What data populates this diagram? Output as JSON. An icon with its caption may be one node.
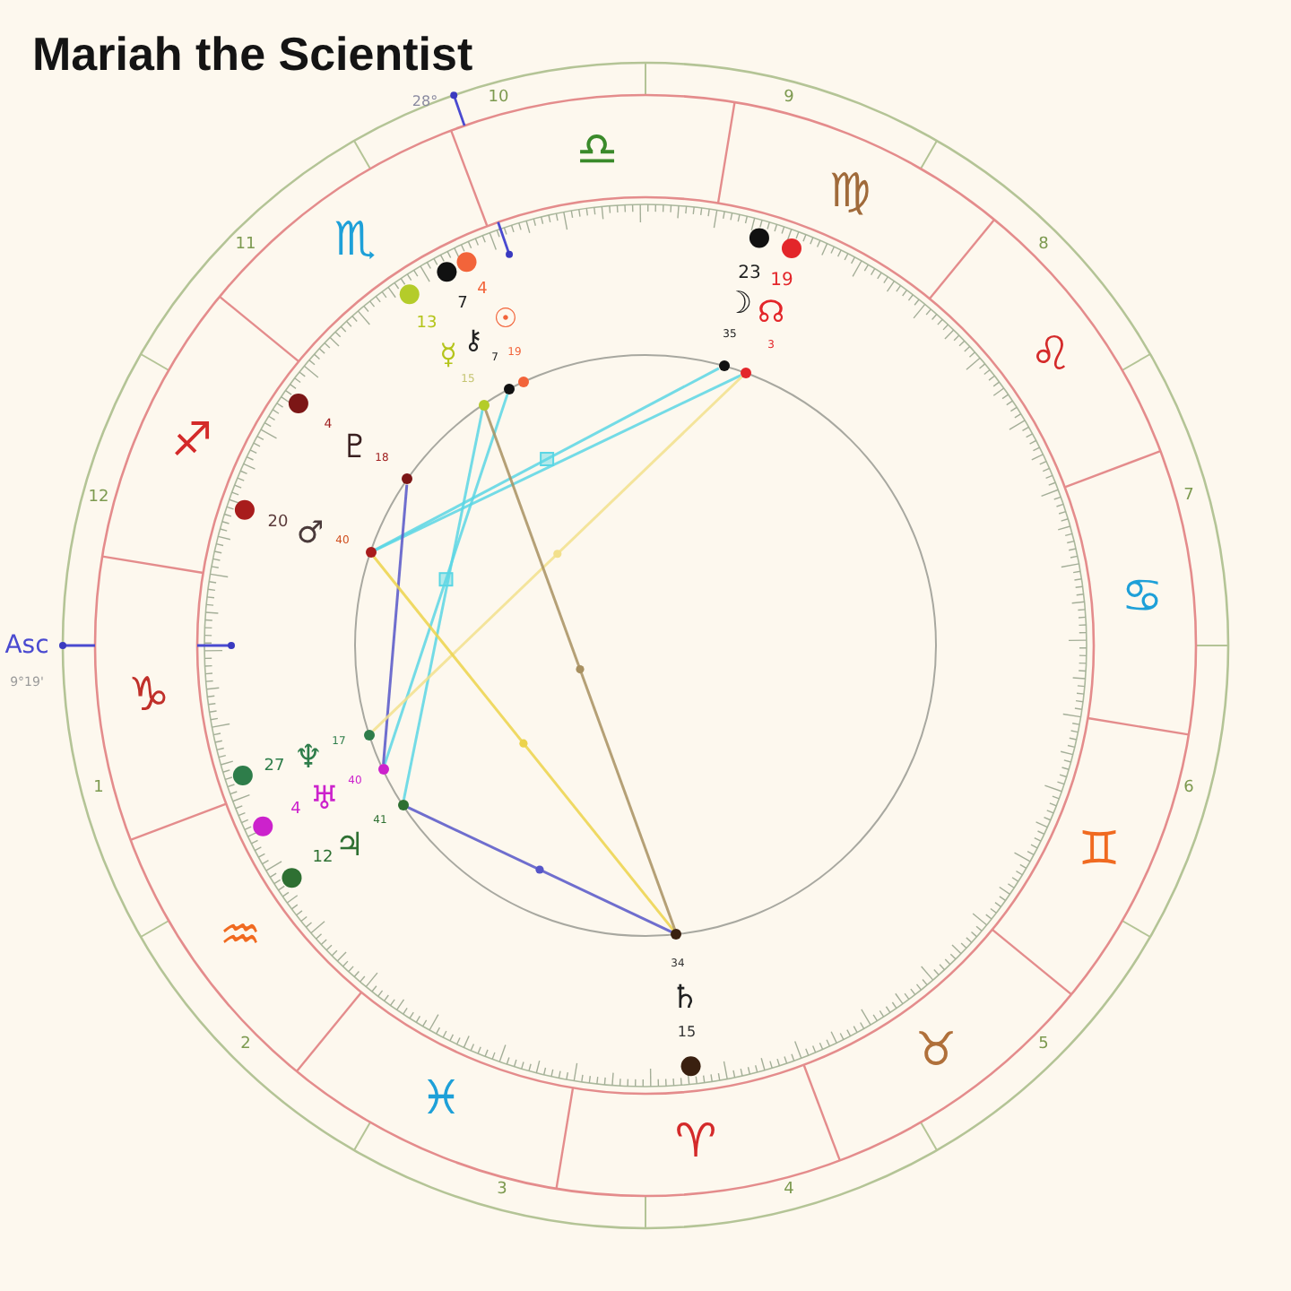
{
  "diagram": {
    "title": "Mariah the Scientist",
    "nodes": [
      {
        "text": [],
        "shape": "circle"
      },
      {
        "text": [],
        "shape": "circle"
      },
      {
        "text": [],
        "shape": "circle"
      },
      {
        "text": [],
        "shape": "circle"
      },
      {
        "text": [],
        "shape": "circle"
      },
      {
        "text": [],
        "shape": "circle"
      },
      {
        "text": [],
        "shape": "circle"
      },
      {
        "text": [],
        "shape": "circle"
      },
      {
        "text": [],
        "shape": "circle"
      },
      {
        "text": [],
        "shape": "circle"
      },
      {
        "text": [],
        "shape": "circle"
      }
    ],
    "edges": [
      {
        "from": 6,
        "to": 0,
        "arrow": "none",
        "color": "#5ad6e4"
      },
      {
        "from": 6,
        "to": 1,
        "arrow": "none",
        "color": "#5ad6e4"
      },
      {
        "from": 3,
        "to": 8,
        "arrow": "none",
        "color": "#5ad6e4"
      },
      {
        "from": 4,
        "to": 9,
        "arrow": "none",
        "color": "#5ad6e4"
      },
      {
        "from": 5,
        "to": 8,
        "arrow": "none",
        "color": "#5656c8"
      },
      {
        "from": 1,
        "to": 7,
        "arrow": "none",
        "color": "#f2e08c"
      },
      {
        "from": 6,
        "to": 10,
        "arrow": "none",
        "color": "#ecd34a"
      },
      {
        "from": 4,
        "to": 10,
        "arrow": "none",
        "color": "#a89060"
      },
      {
        "from": 9,
        "to": 10,
        "arrow": "none",
        "color": "#5656c8"
      }
    ],
    "labels": [
      "28°",
      "10",
      "9",
      "♎",
      "♍",
      "♏",
      "11",
      "8",
      "4",
      "☉",
      "19",
      "7",
      "⚷",
      "7",
      "23",
      "☽",
      "35",
      "19",
      "☊",
      "3",
      "13",
      "☿",
      "15",
      "♐",
      "♌",
      "12",
      "7",
      "4",
      "♇",
      "18",
      "20",
      "♂",
      "40",
      "♋",
      "Asc",
      "9°19'",
      "♑",
      "1",
      "6",
      "27",
      "♆",
      "17",
      "4",
      "♅",
      "40",
      "12",
      "♃",
      "41",
      "♊",
      "♒",
      "2",
      "5",
      "34",
      "♄",
      "15",
      "♓",
      "♉",
      "3",
      "4",
      "♈"
    ]
  }
}
